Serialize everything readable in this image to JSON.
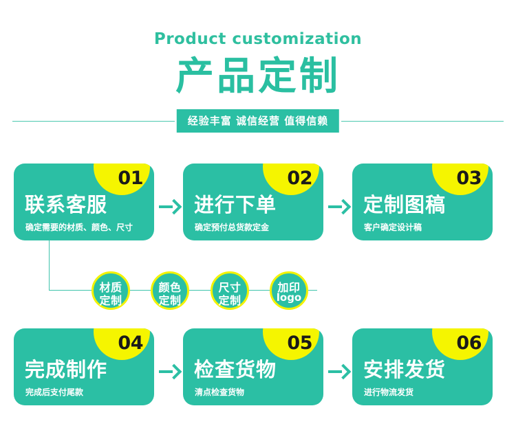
{
  "header": {
    "english_title": "Product customization",
    "chinese_title": "产品定制",
    "tagline": "经验丰富 诚信经营 值得信赖",
    "accent_color": "#2bbfa4",
    "badge_color": "#f5f500"
  },
  "steps": [
    {
      "number": "01",
      "title": "联系客服",
      "subtitle": "确定需要的材质、颜色、尺寸"
    },
    {
      "number": "02",
      "title": "进行下单",
      "subtitle": "确定预付总货款定金"
    },
    {
      "number": "03",
      "title": "定制图稿",
      "subtitle": "客户确定设计稿"
    },
    {
      "number": "04",
      "title": "完成制作",
      "subtitle": "完成后支付尾款"
    },
    {
      "number": "05",
      "title": "检查货物",
      "subtitle": "清点检查货物"
    },
    {
      "number": "06",
      "title": "安排发货",
      "subtitle": "进行物流发货"
    }
  ],
  "options": [
    {
      "line1": "材质",
      "line2": "定制"
    },
    {
      "line1": "颜色",
      "line2": "定制"
    },
    {
      "line1": "尺寸",
      "line2": "定制"
    },
    {
      "line1": "加印",
      "line2": "logo"
    }
  ]
}
